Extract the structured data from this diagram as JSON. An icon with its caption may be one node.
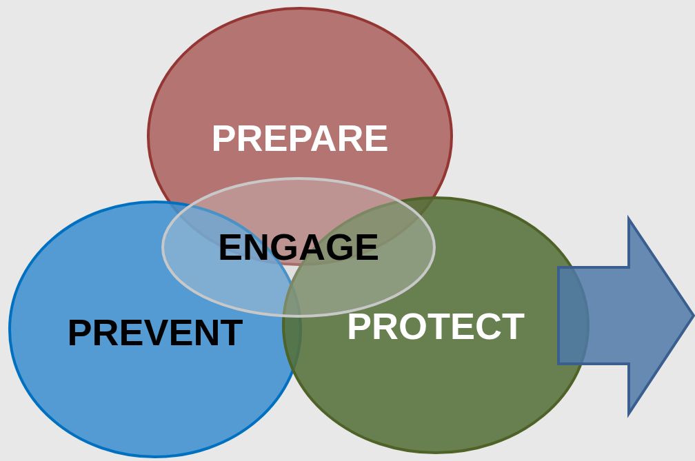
{
  "diagram": {
    "nodes": [
      {
        "text": [
          "PREPARE"
        ]
      },
      {
        "text": [
          "ENGAGE"
        ]
      },
      {
        "text": [
          "PREVENT"
        ]
      },
      {
        "text": [
          "PROTECT"
        ]
      }
    ]
  }
}
